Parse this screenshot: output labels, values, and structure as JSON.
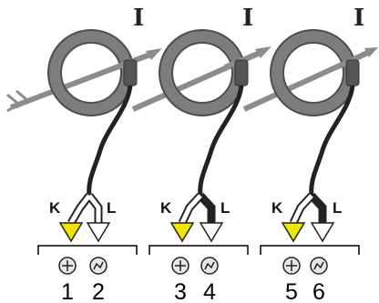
{
  "current_symbol": "I",
  "lead_labels": {
    "k": "K",
    "l": "L"
  },
  "clamps": [
    {
      "terminals": [
        "1",
        "2"
      ]
    },
    {
      "terminals": [
        "3",
        "4"
      ]
    },
    {
      "terminals": [
        "5",
        "6"
      ]
    }
  ],
  "colors": {
    "ring_fill": "#7d7d7d",
    "ring_stroke": "#4d4d4d",
    "arrow": "#8c8c8c",
    "cable": "#222222",
    "k_arrow": "#f2e600",
    "l_arrow": "#ffffff",
    "l_arrow_dark": "#2b2b2b",
    "block_line": "#000000"
  }
}
